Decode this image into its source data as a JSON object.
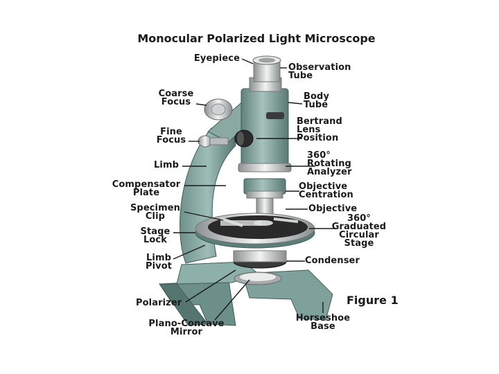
{
  "title": "Monocular Polarized Light Microscope",
  "figure_label": "Figure 1",
  "labels": {
    "eyepiece": "Eyepiece",
    "observation_tube": "Observation\nTube",
    "coarse_focus": "Coarse\nFocus",
    "body_tube": "Body\nTube",
    "bertrand_lens": "Bertrand\nLens\nPosition",
    "fine_focus": "Fine\nFocus",
    "rotating_analyzer": "360°\nRotating\nAnalyzer",
    "limb": "Limb",
    "compensator_plate": "Compensator\nPlate",
    "objective_centration": "Objective\nCentration",
    "objective": "Objective",
    "specimen_clip": "Specimen\nClip",
    "graduated_stage": "360°\nGraduated\nCircular\nStage",
    "stage_lock": "Stage\nLock",
    "limb_pivot": "Limb\nPivot",
    "condenser": "Condenser",
    "polarizer": "Polarizer",
    "plano_concave_mirror": "Plano-Concave\nMirror",
    "horseshoe_base": "Horseshoe\nBase"
  },
  "colors": {
    "body": "#7a9c96",
    "body_dark": "#4f6f69",
    "body_light": "#a9c4be",
    "chrome": "#c9cccc",
    "black": "#222222"
  }
}
